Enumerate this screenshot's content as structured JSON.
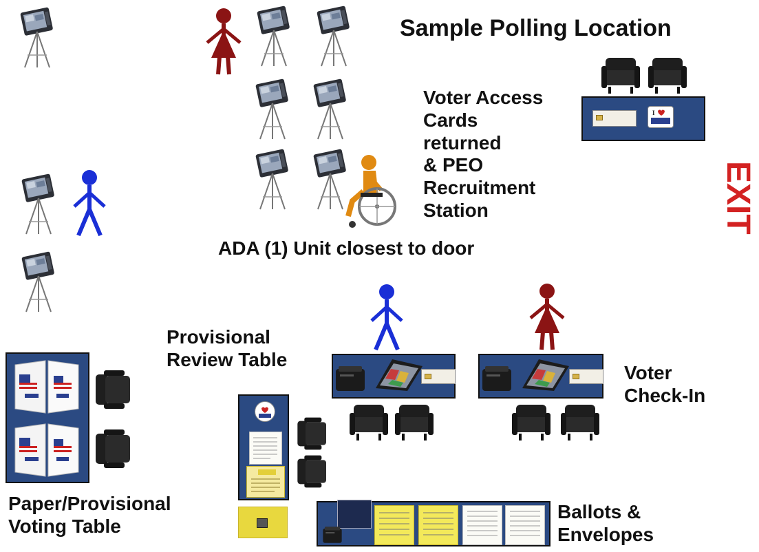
{
  "title": "Sample Polling Location",
  "labels": {
    "voter_access_lines": [
      "Voter Access",
      "Cards",
      "returned",
      "& PEO",
      "Recruitment",
      "Station"
    ],
    "ada": "ADA (1) Unit closest to door",
    "provisional_review_lines": [
      "Provisional",
      "Review Table"
    ],
    "voter_checkin_lines": [
      "Voter",
      "Check-In"
    ],
    "paper_provisional_lines": [
      "Paper/Provisional",
      "Voting Table"
    ],
    "ballots_lines": [
      "Ballots &",
      "Envelopes"
    ],
    "exit": "EXIT"
  },
  "colors": {
    "table_blue": "#2b4a82",
    "voter_male": "#1a2fd6",
    "voter_female": "#8b1414",
    "exit_red": "#d32222"
  },
  "icons": [
    "voting-machine-icon",
    "male-voter-icon",
    "female-voter-icon",
    "wheelchair-voter-icon",
    "chair-icon",
    "printer-icon",
    "tablet-icon",
    "access-card-icon",
    "i-voted-sticker-icon",
    "voting-booth-icon"
  ]
}
